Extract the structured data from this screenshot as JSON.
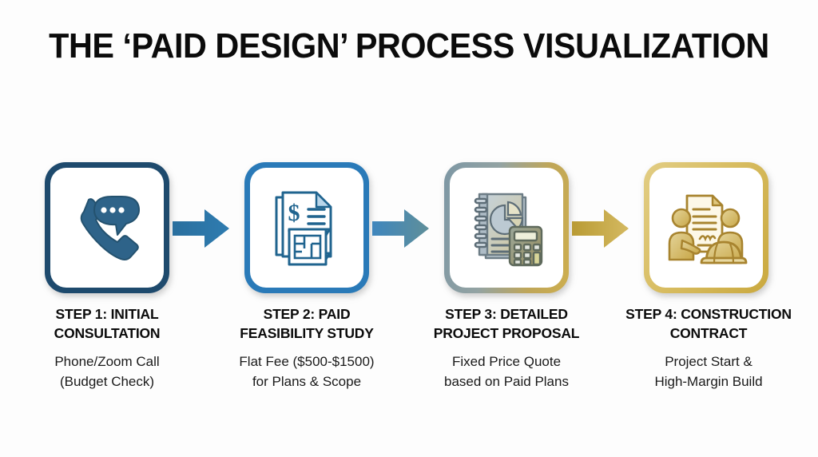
{
  "page": {
    "title": "THE ‘PAID DESIGN’ PROCESS VISUALIZATION",
    "background_color": "#fdfdfd",
    "title_color": "#0b0b0b"
  },
  "steps": [
    {
      "id": "step-1",
      "icon": "phone-chat-icon",
      "title_line1": "STEP 1: INITIAL",
      "title_line2": "CONSULTATION",
      "desc_line1": "Phone/Zoom Call",
      "desc_line2": "(Budget Check)",
      "border_color": "#1e4a6d",
      "icon_color": "#2e6389"
    },
    {
      "id": "step-2",
      "icon": "invoice-blueprint-icon",
      "title_line1": "STEP 2: PAID",
      "title_line2": "FEASIBILITY STUDY",
      "desc_line1": "Flat Fee ($500-$1500)",
      "desc_line2": "for Plans & Scope",
      "border_color": "#2a7ab8",
      "icon_color": "#20648f"
    },
    {
      "id": "step-3",
      "icon": "report-calculator-icon",
      "title_line1": "STEP 3: DETAILED",
      "title_line2": "PROJECT PROPOSAL",
      "desc_line1": "Fixed Price Quote",
      "desc_line2": "based on Paid Plans",
      "border_color": "#93a3a3",
      "border_color_end": "#cdae4e",
      "icon_color": "#8a9aa5"
    },
    {
      "id": "step-4",
      "icon": "contract-handshake-hardhat-icon",
      "title_line1": "STEP 4: CONSTRUCTION",
      "title_line2": "CONTRACT",
      "desc_line1": "Project Start &",
      "desc_line2": "High-Margin Build",
      "border_color": "#d9bf6a",
      "icon_color": "#c8a652"
    }
  ],
  "arrows": [
    {
      "id": "arrow-1",
      "from": "step-1",
      "to": "step-2",
      "color_start": "#2a6f9e",
      "color_end": "#2f7cb0"
    },
    {
      "id": "arrow-2",
      "from": "step-2",
      "to": "step-3",
      "color_start": "#3f86bd",
      "color_end": "#5f8f9a"
    },
    {
      "id": "arrow-3",
      "from": "step-3",
      "to": "step-4",
      "color_start": "#b99b34",
      "color_end": "#d4b961"
    }
  ]
}
